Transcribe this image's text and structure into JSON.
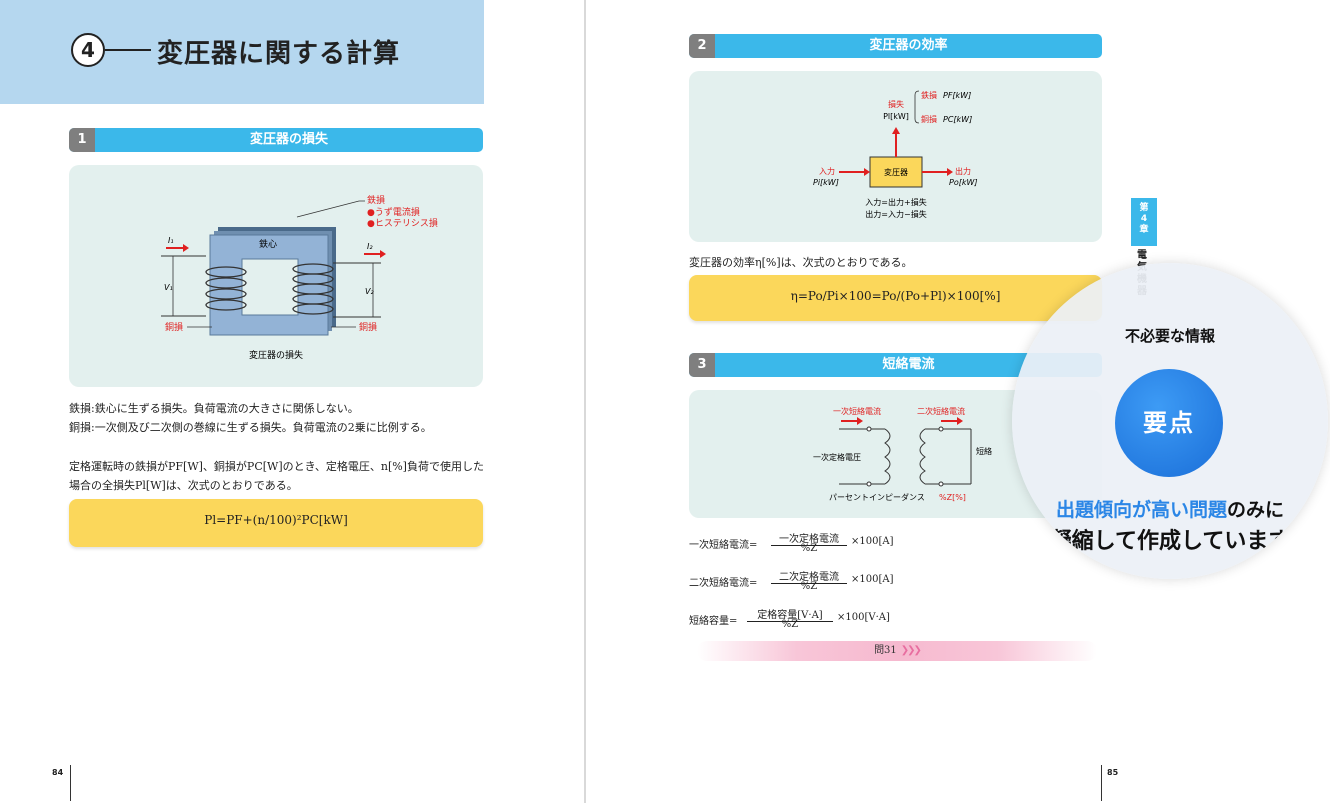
{
  "left_page": {
    "chapter_number": "4",
    "chapter_title": "変圧器に関する計算",
    "section1": {
      "number": "1",
      "title": "変圧器の損失",
      "figure": {
        "core_label": "鉄心",
        "iron_loss": "鉄損",
        "eddy": "●うず電流損",
        "hysteresis": "●ヒステリシス損",
        "i1": "I₁",
        "i2": "I₂",
        "v1": "V₁",
        "v2": "V₂",
        "copper_loss_left": "銅損",
        "copper_loss_right": "銅損",
        "caption": "変圧器の損失"
      },
      "text_line1": "鉄損:鉄心に生ずる損失。負荷電流の大きさに関係しない。",
      "text_line2": "銅損:一次側及び二次側の巻線に生ずる損失。負荷電流の2乗に比例する。",
      "text_line3": "定格運転時の鉄損がPF[W]、銅損がPC[W]のとき、定格電圧、n[%]負荷で使用した",
      "text_line4": "場合の全損失Pl[W]は、次式のとおりである。",
      "formula": "Pl=PF+(n/100)²PC[kW]"
    },
    "page_number": "84"
  },
  "right_page": {
    "section2": {
      "number": "2",
      "title": "変圧器の効率",
      "figure": {
        "loss": "損失",
        "loss_sym": "Pl[kW]",
        "iron": "鉄損",
        "iron_sym": "PF[kW]",
        "copper": "銅損",
        "copper_sym": "PC[kW]",
        "input": "入力",
        "input_sym": "Pi[kW]",
        "box": "変圧器",
        "output": "出力",
        "output_sym": "Po[kW]",
        "eq1": "入力=出力+損失",
        "eq2": "出力=入力−損失"
      },
      "text": "変圧器の効率η[%]は、次式のとおりである。",
      "formula": "η=Po/Pi×100=Po/(Po+Pl)×100[%]"
    },
    "section3": {
      "number": "3",
      "title": "短絡電流",
      "figure": {
        "primary_current": "一次短絡電流",
        "secondary_current": "二次短絡電流",
        "rated_voltage": "一次定格電圧",
        "short": "短絡",
        "impedance": "パーセントインピーダンス",
        "impedance_sym": "%Z[%]"
      },
      "eq1_lhs": "一次短絡電流=",
      "eq1_num": "一次定格電流",
      "eq1_den": "%Z",
      "eq1_rhs": "×100[A]",
      "eq2_lhs": "二次短絡電流=",
      "eq2_num": "二次定格電流",
      "eq2_den": "%Z",
      "eq2_rhs": "×100[A]",
      "eq3_lhs": "短絡容量=",
      "eq3_num": "定格容量[V·A]",
      "eq3_den": "%Z",
      "eq3_rhs": "×100[V·A]"
    },
    "question_link": "問31",
    "page_number": "85",
    "side_tab": {
      "chapter": "第4章",
      "subject": "電気機器"
    }
  },
  "overlay": {
    "top_text": "不必要な情報",
    "center_text": "要点",
    "line1_highlight": "出題傾向が高い問題",
    "line1_rest": "のみに",
    "line2": "凝縮して作成しています"
  },
  "colors": {
    "section_bar": "#3bb8ea",
    "header_band": "#b5d7ef",
    "formula_box": "#fbd75b",
    "figure_panel": "#e3f0ee",
    "red_label": "#e02020",
    "overlay_blue": "#2b86e6"
  }
}
